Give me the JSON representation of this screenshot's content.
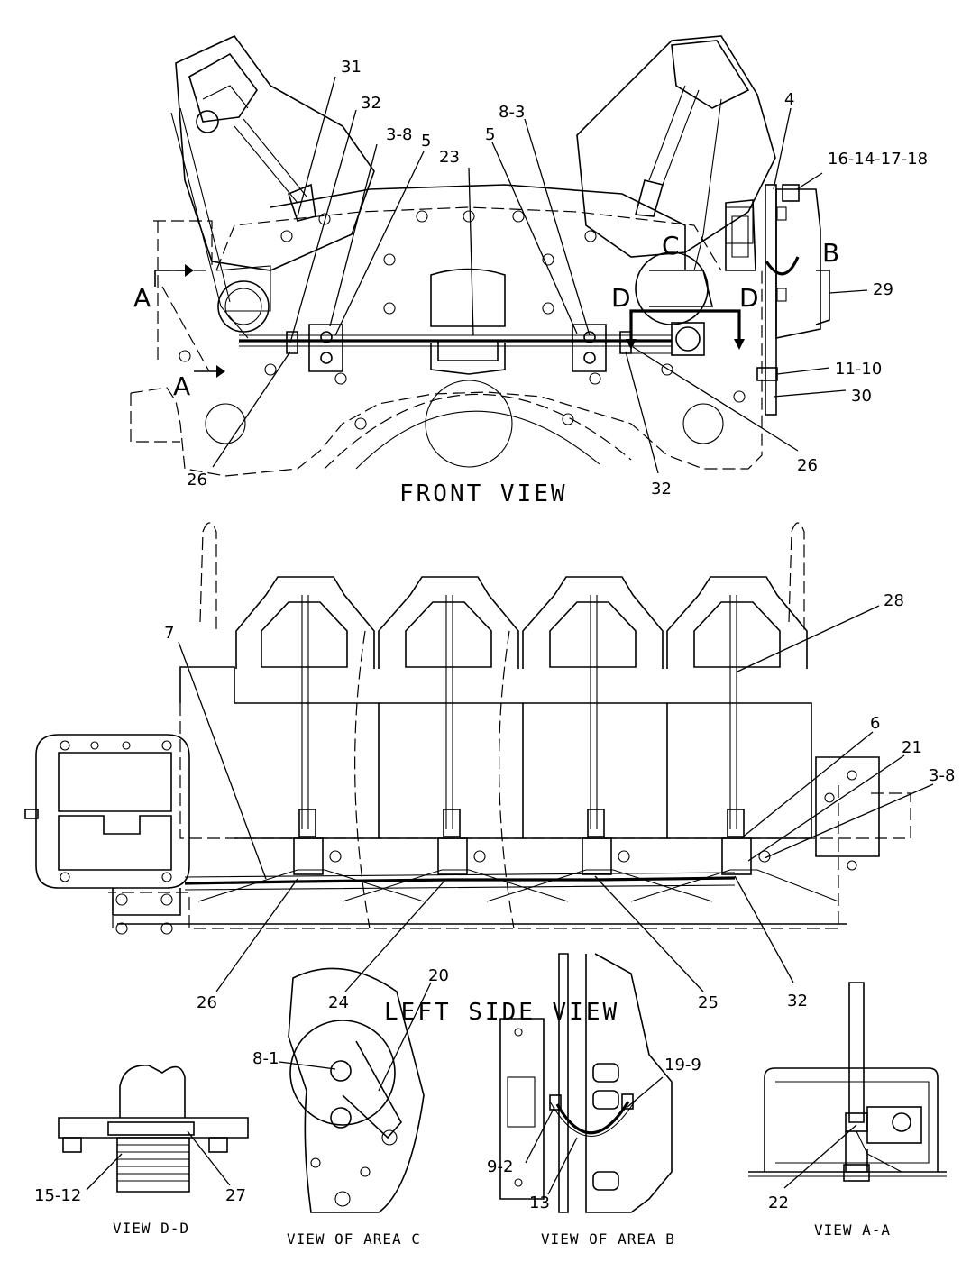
{
  "views": {
    "front": "FRONT VIEW",
    "left_side": "LEFT SIDE VIEW",
    "dd": "VIEW D-D",
    "area_c": "VIEW OF AREA C",
    "area_b": "VIEW OF AREA B",
    "aa": "VIEW A-A"
  },
  "section_markers": {
    "a_top": "A",
    "a_bottom": "A",
    "b": "B",
    "c": "C",
    "d_left": "D",
    "d_right": "D"
  },
  "callouts": {
    "front": {
      "c31": "31",
      "c32_top": "32",
      "c3_8": "3-8",
      "c5_left": "5",
      "c23": "23",
      "c5_right": "5",
      "c8_3": "8-3",
      "c4": "4",
      "c16_14_17_18": "16-14-17-18",
      "c29": "29",
      "c11_10": "11-10",
      "c30": "30",
      "c26_right": "26",
      "c32_bottom": "32",
      "c26_left": "26"
    },
    "side": {
      "c7": "7",
      "c28": "28",
      "c6": "6",
      "c21": "21",
      "c3_8": "3-8",
      "c26": "26",
      "c24": "24",
      "c25": "25",
      "c32": "32"
    },
    "detail": {
      "c15_12": "15-12",
      "c27": "27",
      "c8_1": "8-1",
      "c20": "20",
      "c19_9": "19-9",
      "c9_2": "9-2",
      "c13": "13",
      "c22": "22"
    }
  }
}
